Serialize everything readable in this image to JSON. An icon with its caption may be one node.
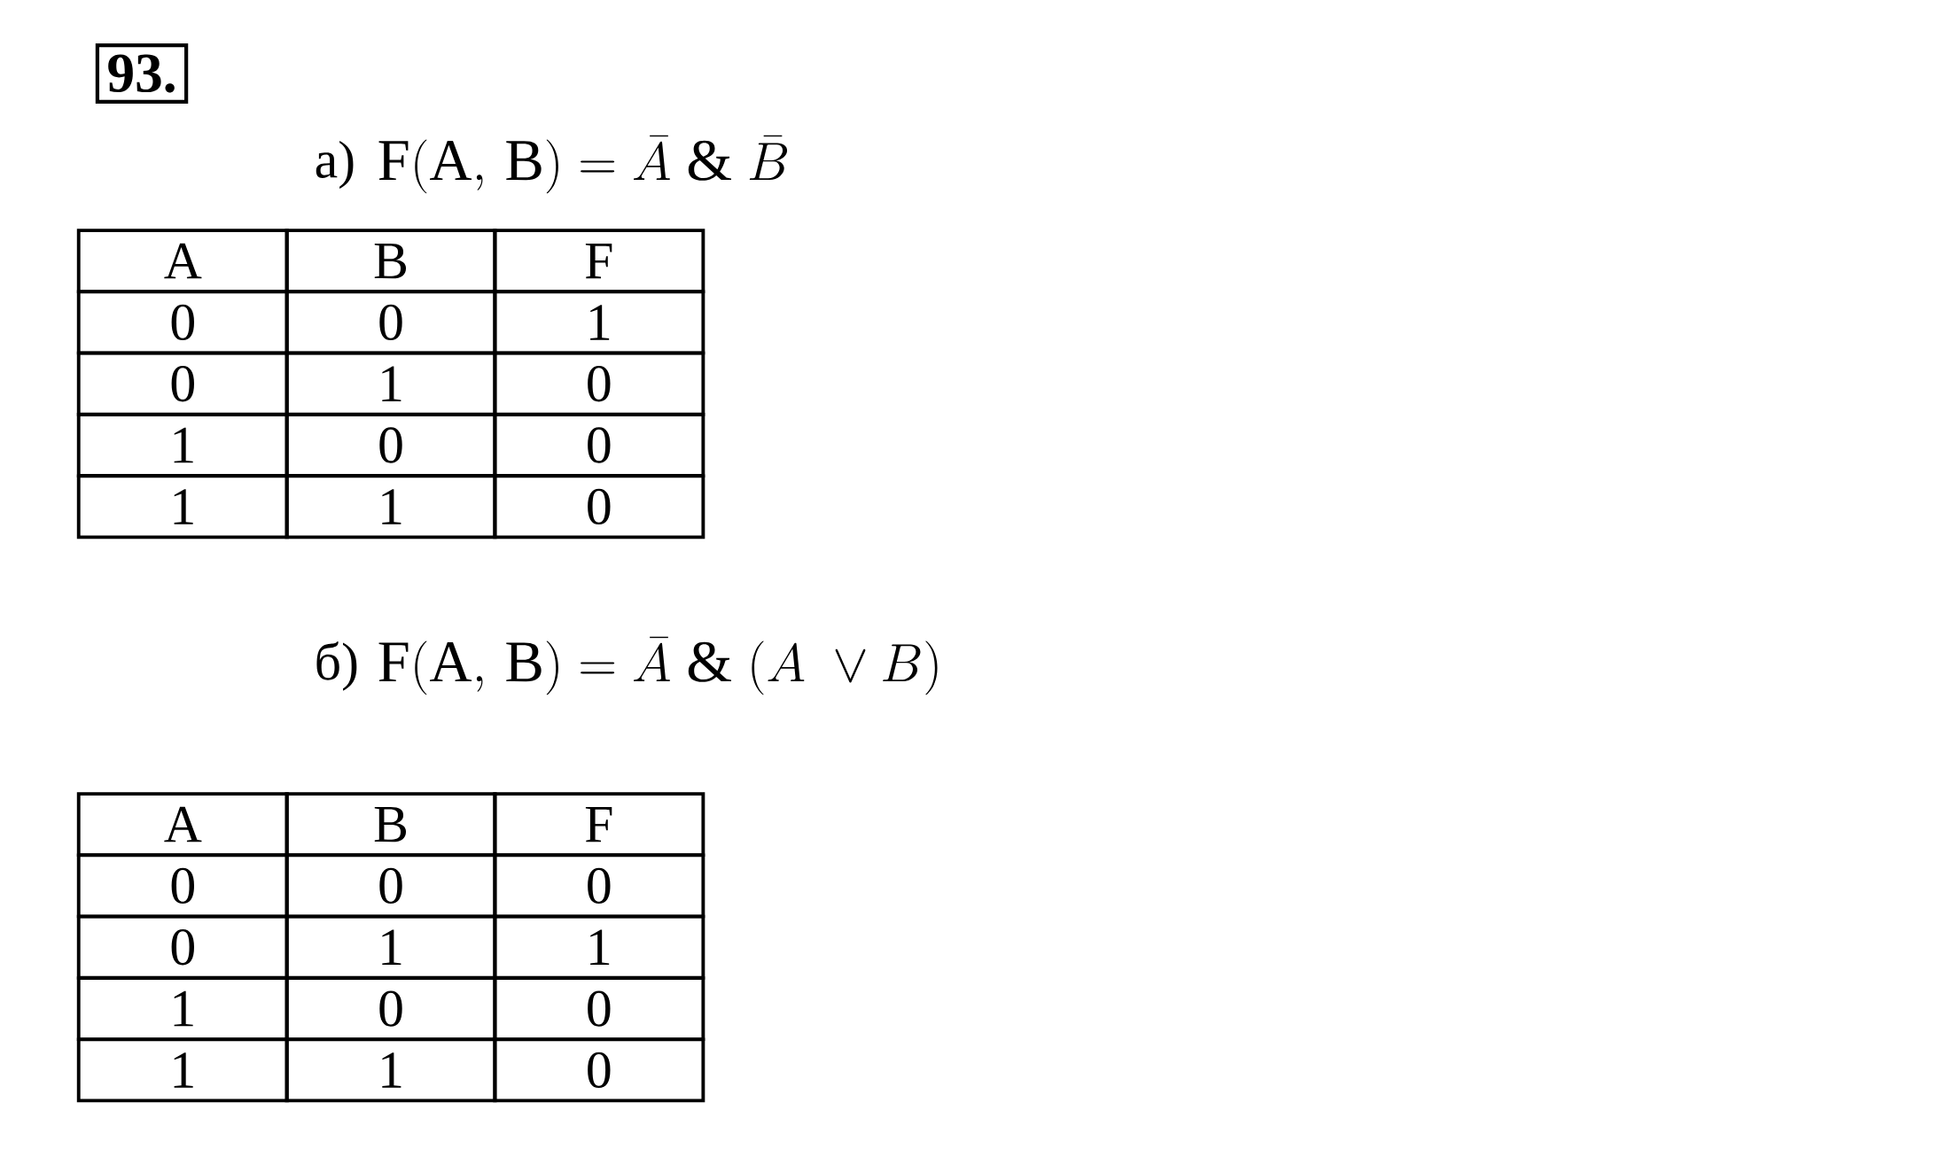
{
  "diagram": {
    "labels": [
      "93.",
      "а)",
      "\\mathrm{F(A,\\,B)} = \\bar{A}\\ \\&\\ \\bar{B}",
      "A",
      "B",
      "F",
      "0",
      "0",
      "1",
      "0",
      "1",
      "0",
      "1",
      "0",
      "0",
      "1",
      "1",
      "0",
      "б)",
      "\\mathrm{F(A,\\,B)} = \\bar{A}\\ \\&\\ (A\\ \\vee B)",
      "A",
      "B",
      "F",
      "0",
      "0",
      "0",
      "0",
      "1",
      "1",
      "1",
      "0",
      "0",
      "1",
      "1",
      "0"
    ]
  }
}
